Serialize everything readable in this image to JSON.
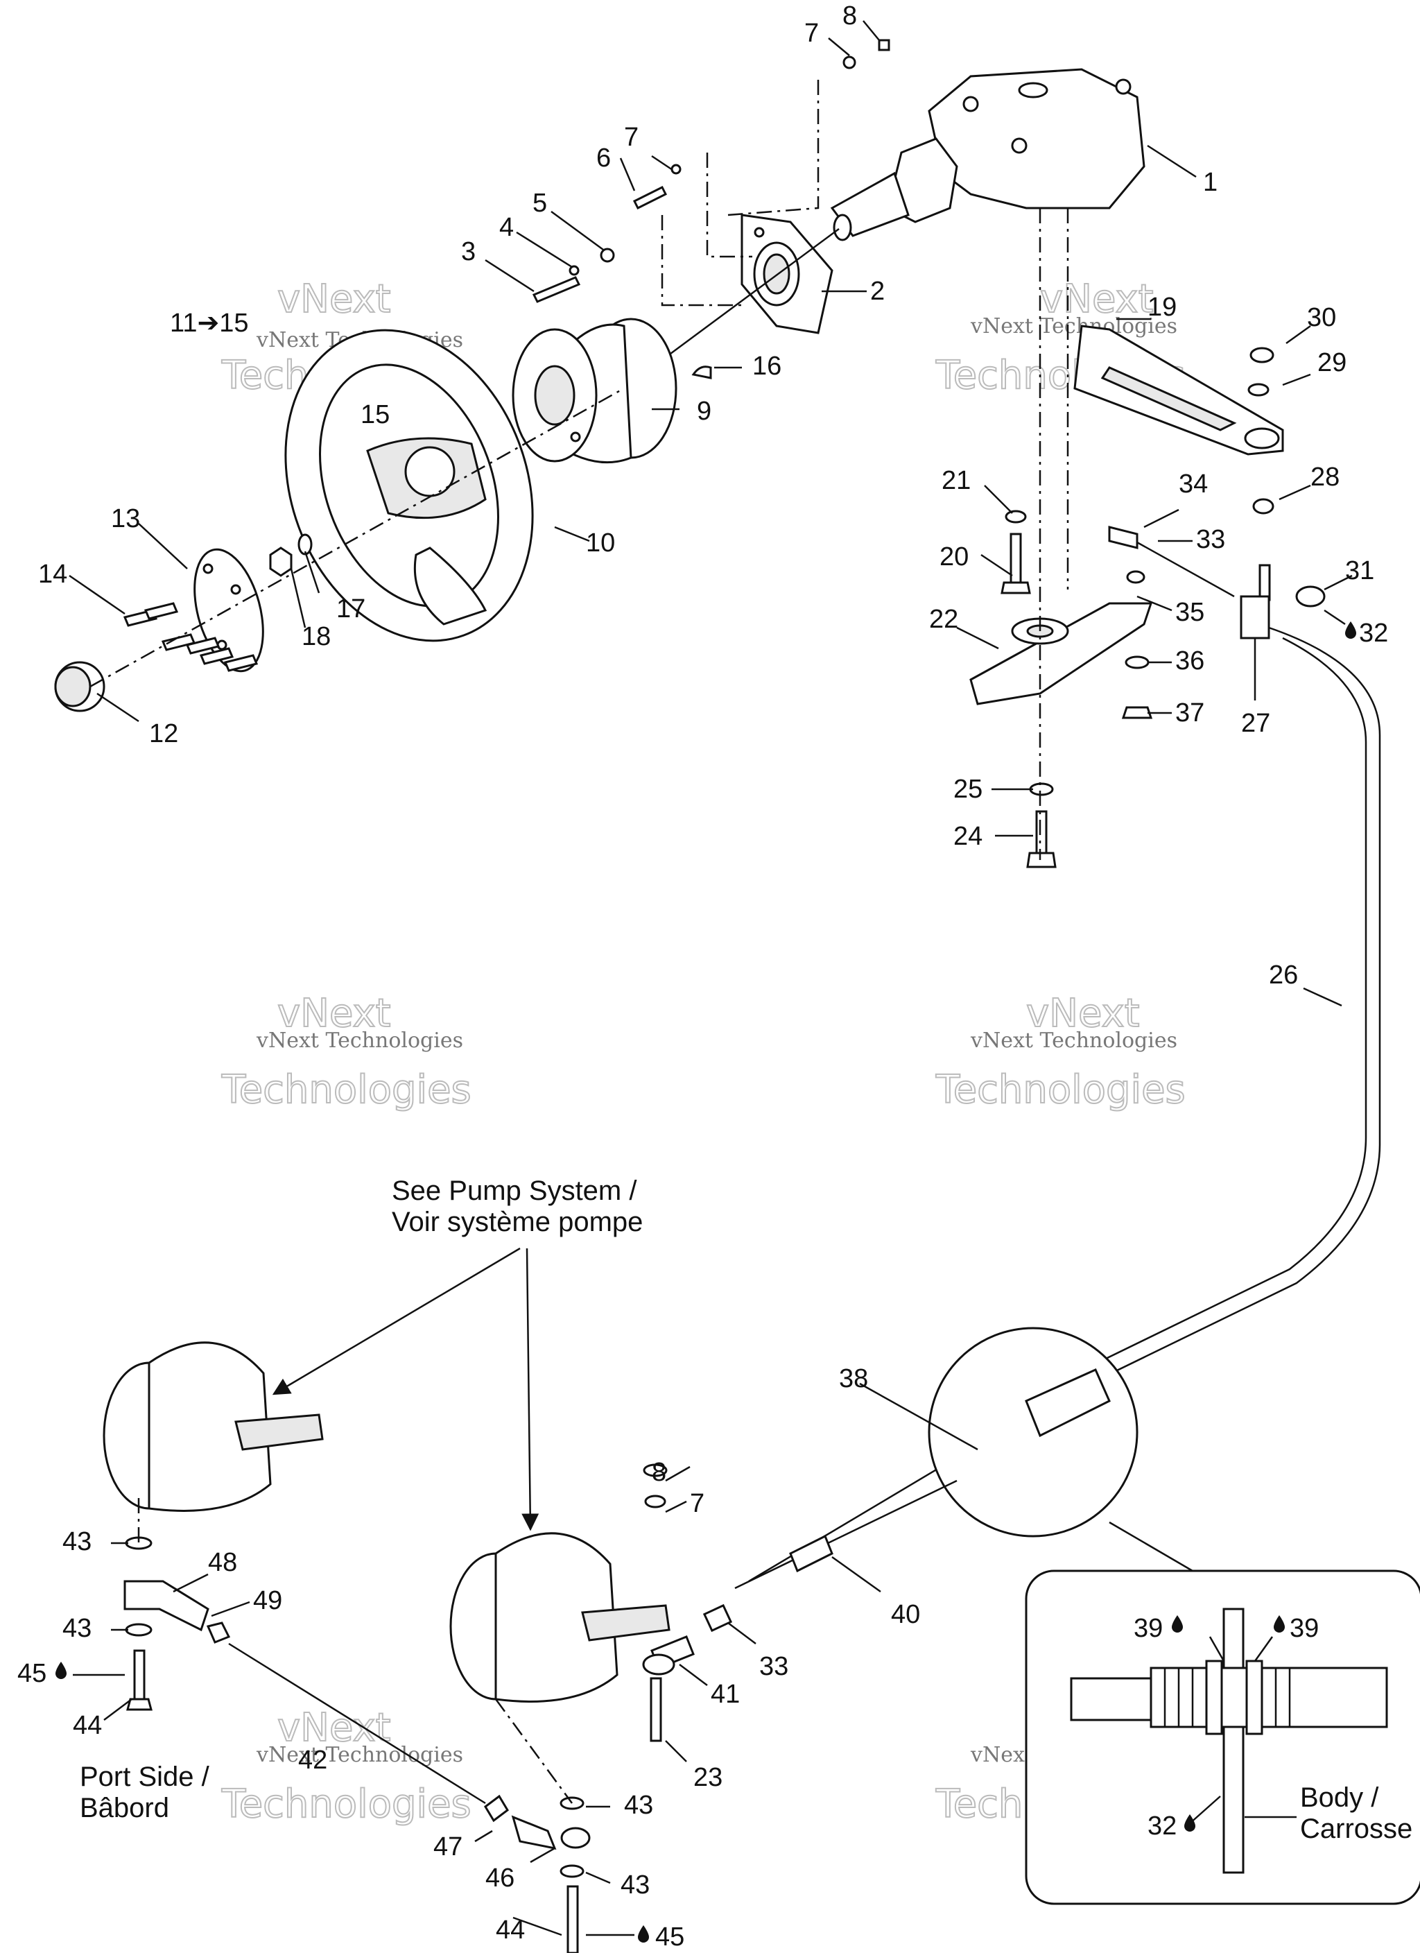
{
  "part_labels": {
    "p1": "1",
    "p2": "2",
    "p3": "3",
    "p4": "4",
    "p5": "5",
    "p6": "6",
    "p7a": "7",
    "p8a": "8",
    "p9": "9",
    "p10": "10",
    "p11_15": "11➔15",
    "p12": "12",
    "p13": "13",
    "p14": "14",
    "p15": "15",
    "p16": "16",
    "p17": "17",
    "p18": "18",
    "p19": "19",
    "p20": "20",
    "p21": "21",
    "p22": "22",
    "p23": "23",
    "p24": "24",
    "p25": "25",
    "p26": "26",
    "p27": "27",
    "p28": "28",
    "p29": "29",
    "p30": "30",
    "p31": "31",
    "p32a": "32",
    "p33a": "33",
    "p33b": "33",
    "p34": "34",
    "p35": "35",
    "p36": "36",
    "p37": "37",
    "p38": "38",
    "p39a": "39",
    "p39b": "39",
    "p40": "40",
    "p41": "41",
    "p42": "42",
    "p43a": "43",
    "p43b": "43",
    "p43c": "43",
    "p43d": "43",
    "p44a": "44",
    "p44b": "44",
    "p45a": "45",
    "p45b": "45",
    "p46": "46",
    "p47": "47",
    "p48": "48",
    "p49": "49",
    "p7b": "7",
    "p8b": "8",
    "p32b": "32"
  },
  "notes": {
    "see_pump_1": "See Pump System /",
    "see_pump_2": "Voir système pompe",
    "port_side_1": "Port Side /",
    "port_side_2": "Bâbord",
    "body_1": "Body /",
    "body_2": "Carrosse"
  },
  "watermark": {
    "line1": "vNext Technologies",
    "line2": "vNext",
    "line3": "Technologies"
  },
  "icons": {
    "sealant_drop": "drop-icon",
    "arrow": "right-arrow-icon"
  }
}
